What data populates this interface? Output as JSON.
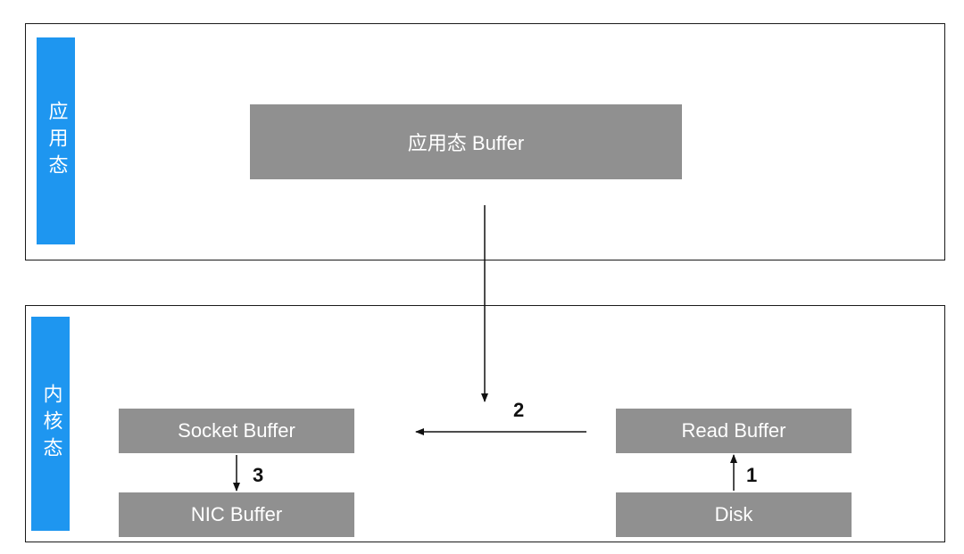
{
  "user_space": {
    "label": "应用态",
    "app_buffer": "应用态 Buffer"
  },
  "kernel_space": {
    "label": "内核态",
    "socket_buffer": "Socket Buffer",
    "nic_buffer": "NIC Buffer",
    "read_buffer": "Read Buffer",
    "disk": "Disk"
  },
  "steps": {
    "step1": "1",
    "step2": "2",
    "step3": "3"
  },
  "colors": {
    "side_label": "#1e96f0",
    "buffer_box": "#909090",
    "border": "#1a1a1a"
  }
}
